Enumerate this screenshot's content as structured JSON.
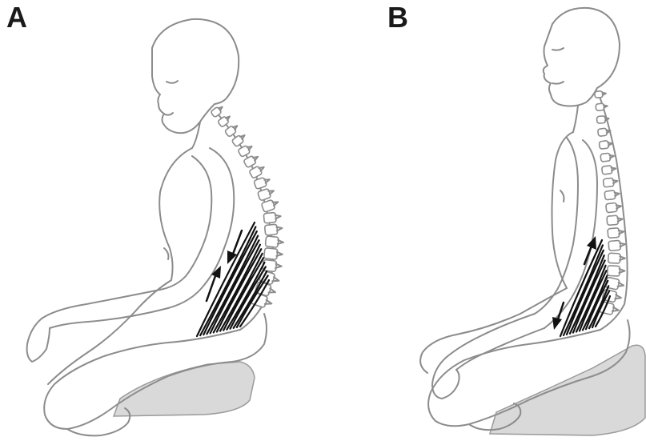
{
  "figure": {
    "panels": [
      {
        "label": "A",
        "posture": "slumped"
      },
      {
        "label": "B",
        "posture": "upright"
      }
    ],
    "colors": {
      "outline": "#8c8c8c",
      "cushion": "#d9d9d9",
      "muscle": "#111111",
      "label": "#1a1a1a",
      "background": "#ffffff"
    }
  }
}
